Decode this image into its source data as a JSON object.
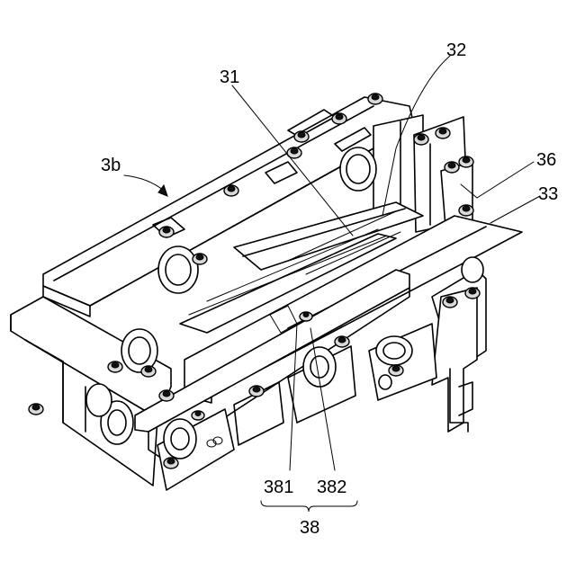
{
  "figure": {
    "labels": {
      "assembly": "3b",
      "part_31": "31",
      "part_32": "32",
      "part_33": "33",
      "part_36": "36",
      "part_381": "381",
      "part_382": "382",
      "group_38": "38"
    }
  }
}
